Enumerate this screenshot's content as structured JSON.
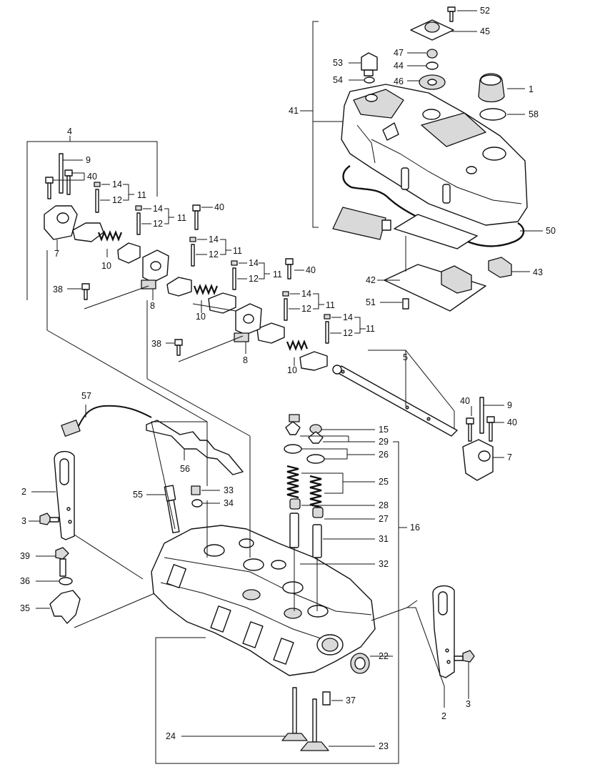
{
  "callouts": {
    "c1": "1",
    "c2a": "2",
    "c2b": "2",
    "c3a": "3",
    "c3b": "3",
    "c4": "4",
    "c5": "5",
    "c7a": "7",
    "c7b": "7",
    "c8a": "8",
    "c8b": "8",
    "c9a": "9",
    "c9b": "9",
    "c10a": "10",
    "c10b": "10",
    "c10c": "10",
    "c11a": "11",
    "c11b": "11",
    "c11c": "11",
    "c11d": "11",
    "c11e": "11",
    "c11f": "11",
    "c12a": "12",
    "c12b": "12",
    "c12c": "12",
    "c12d": "12",
    "c12e": "12",
    "c12f": "12",
    "c14a": "14",
    "c14b": "14",
    "c14c": "14",
    "c14d": "14",
    "c14e": "14",
    "c14f": "14",
    "c15": "15",
    "c16": "16",
    "c22": "22",
    "c23": "23",
    "c24": "24",
    "c25": "25",
    "c26": "26",
    "c27": "27",
    "c28": "28",
    "c29": "29",
    "c31": "31",
    "c32": "32",
    "c33": "33",
    "c34": "34",
    "c35": "35",
    "c36": "36",
    "c37": "37",
    "c38a": "38",
    "c38b": "38",
    "c39": "39",
    "c40a": "40",
    "c40b": "40",
    "c40c": "40",
    "c40d": "40",
    "c40e": "40",
    "c41": "41",
    "c42": "42",
    "c43": "43",
    "c44": "44",
    "c45": "45",
    "c46": "46",
    "c47": "47",
    "c50": "50",
    "c51": "51",
    "c52": "52",
    "c53": "53",
    "c54": "54",
    "c55": "55",
    "c56": "56",
    "c57": "57",
    "c58": "58"
  }
}
